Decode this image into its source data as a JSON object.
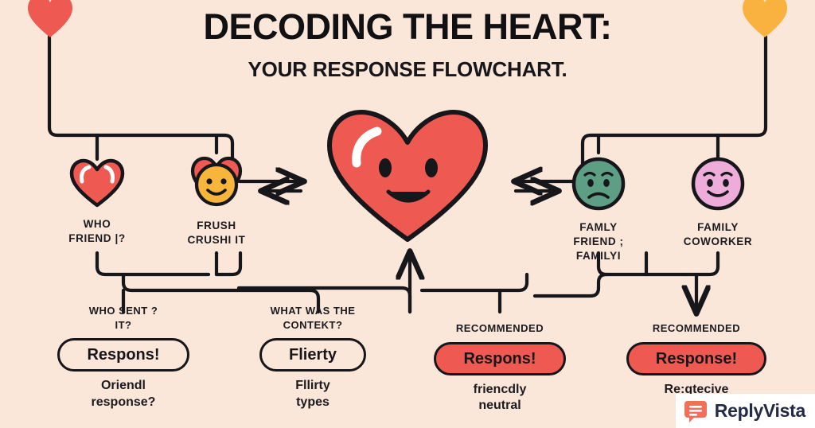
{
  "header": {
    "title": "DECODING THE HEART:",
    "subtitle": "YOUR RESPONSE FLOWCHART."
  },
  "colors": {
    "background": "#FBE6DA",
    "outline": "#17161a",
    "heart_red": "#EE5A52",
    "heart_orange": "#F9B23F",
    "face_orange": "#F7B53C",
    "face_green": "#5E9E85",
    "face_pink": "#EDACD9",
    "pill_filled": "#EE5A52",
    "watermark_icon": "#F1705A",
    "watermark_text": "#222A45"
  },
  "decorations": {
    "top_left_heart": "heart-icon",
    "top_right_heart": "heart-icon"
  },
  "center": {
    "icon": "smiling-heart-icon",
    "color": "#EE5A52"
  },
  "nodes": [
    {
      "icon": "heart-icon",
      "color": "#EE5A52",
      "label": "WHO\nFRIEND |?"
    },
    {
      "icon": "crush-face-icon",
      "color": "#F7B53C",
      "label": "FRUSH\nCRUSHI IT"
    },
    {
      "icon": "sad-face-icon",
      "color": "#5E9E85",
      "label": "FAMLY\nFRIEND ; FAMILYI"
    },
    {
      "icon": "happy-face-icon",
      "color": "#EDACD9",
      "label": "FAMILY\nCOWORKER"
    }
  ],
  "groups": [
    {
      "question": "WHO  SENT ?\nIT?",
      "pill": "Respons!",
      "pill_filled": false,
      "note": "Oriendl\nresponse?"
    },
    {
      "question": "WHAT WAS THE\nCONTEKT?",
      "pill": "Flierty",
      "pill_filled": false,
      "note": "Fllirty\ntypes"
    },
    {
      "question": "RECOMMENDED",
      "pill": "Respons!",
      "pill_filled": true,
      "note": "friencdly\nneutral"
    },
    {
      "question": "RECOMMENDED",
      "pill": "Response!",
      "pill_filled": true,
      "note": "Re:gtecive\nappre"
    }
  ],
  "watermark": {
    "icon": "speech-bubble-icon",
    "text": "ReplyVista"
  }
}
